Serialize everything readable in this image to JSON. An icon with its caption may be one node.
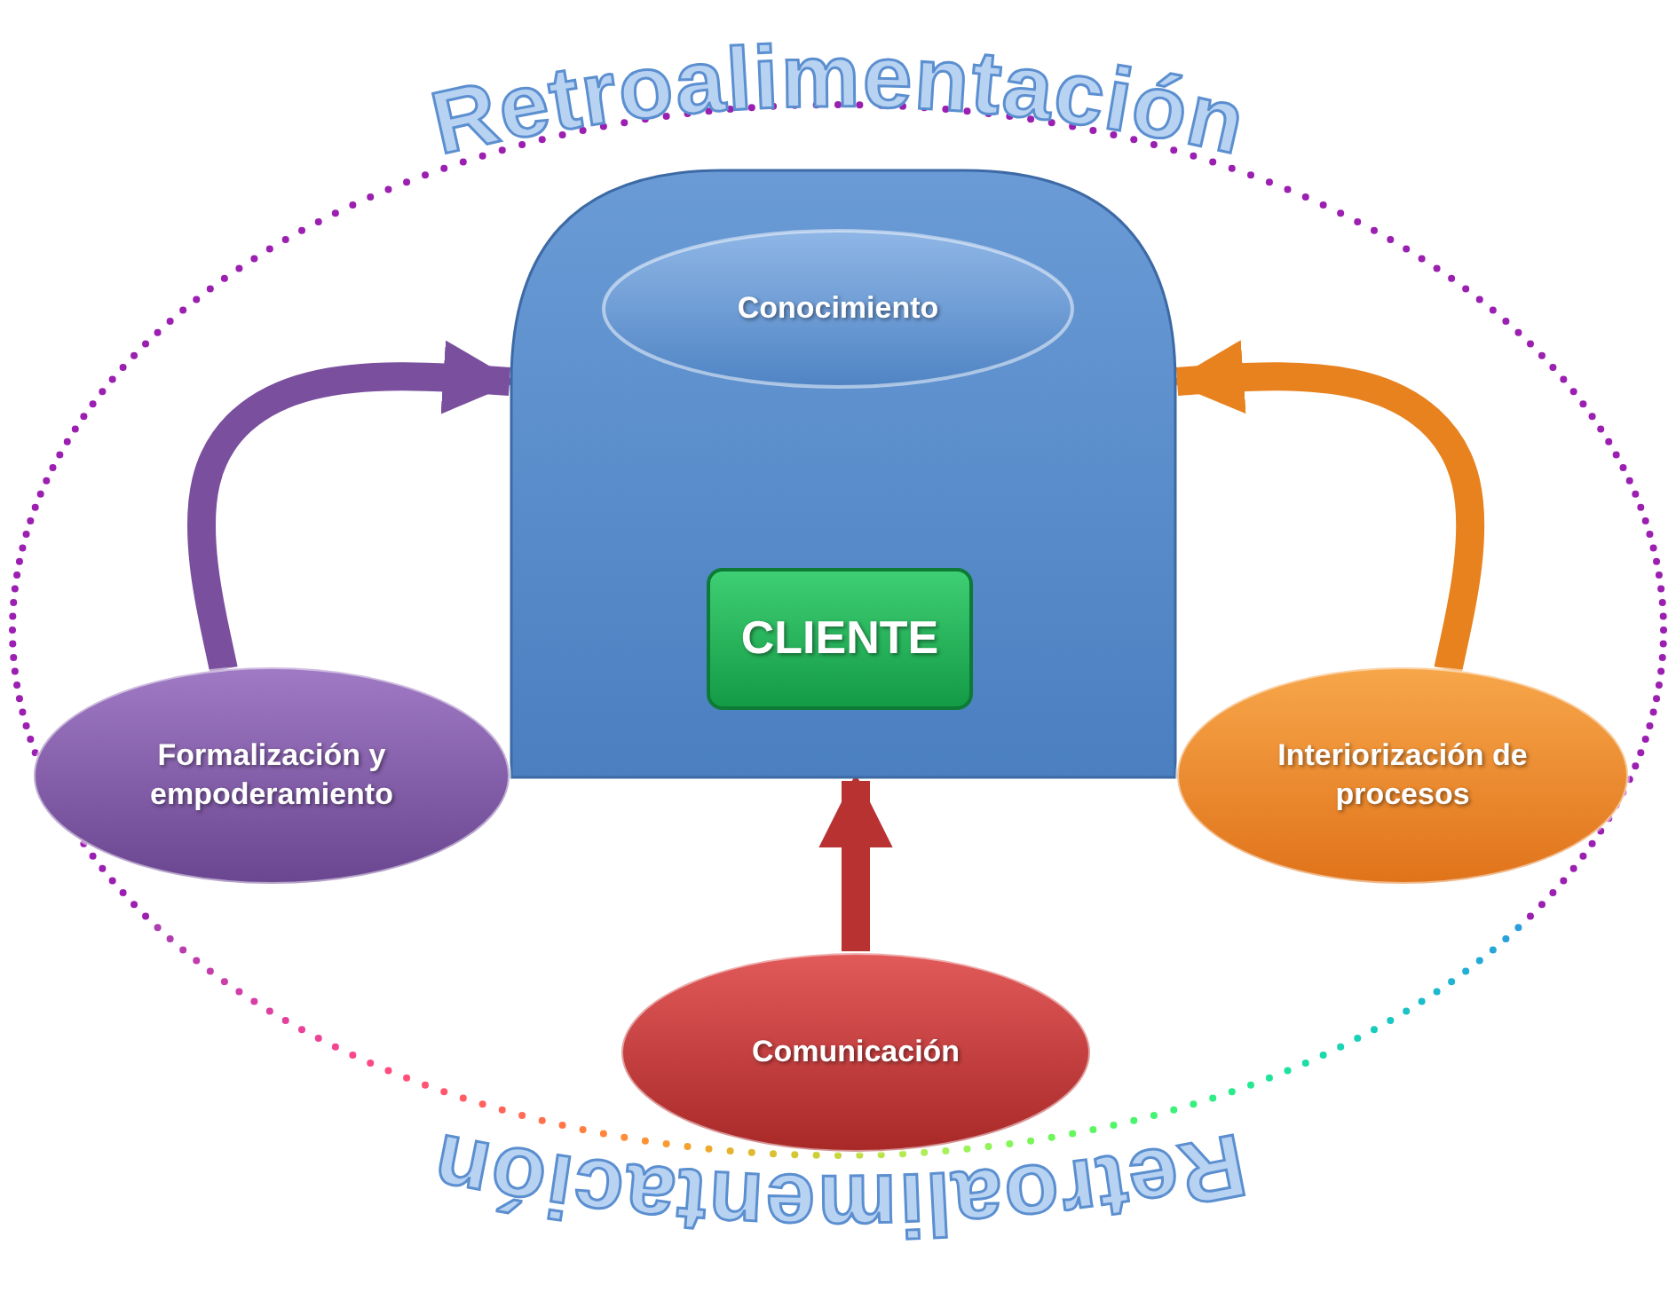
{
  "diagram": {
    "nodes": [
      {
        "text": [],
        "shape": "box"
      },
      {
        "text": [
          "Conocimiento"
        ],
        "in": 0
      },
      {
        "text": [
          "CLIENTE"
        ],
        "in": 0
      },
      {
        "text": [
          "Formalización y empoderamiento"
        ]
      },
      {
        "text": [
          "Interiorización de procesos"
        ]
      },
      {
        "text": [
          "Comunicación"
        ]
      }
    ],
    "edges": [
      {
        "from": 3,
        "to": 0,
        "arrow": "to",
        "color": "#7a4f9e"
      },
      {
        "from": 4,
        "to": 0,
        "arrow": "to",
        "color": "#e8821f"
      },
      {
        "from": 5,
        "to": 0,
        "arrow": "to",
        "color": "#b83232"
      }
    ],
    "labels": [
      "Retroalimentación",
      "Retroalimentación"
    ]
  }
}
